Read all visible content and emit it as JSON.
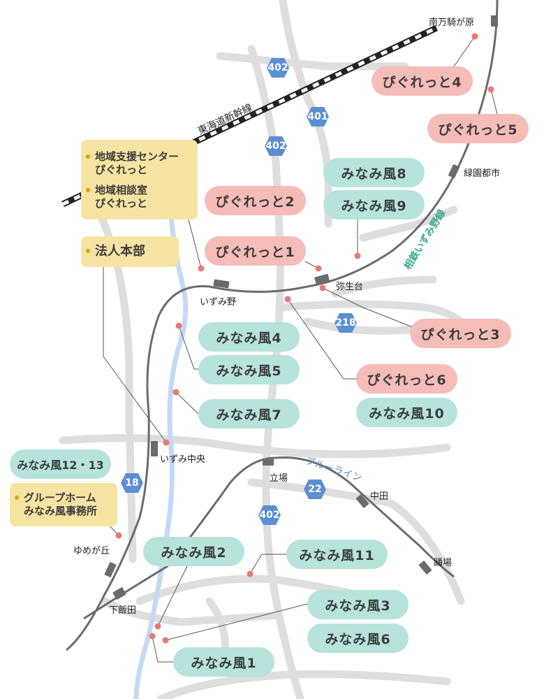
{
  "routes": {
    "r402a": "402",
    "r401": "401",
    "r402b": "402",
    "r218": "218",
    "r22": "22",
    "r18": "18",
    "r402c": "402"
  },
  "lines": {
    "shinkansen": "東海道新幹線",
    "sotetsu": "相鉄いずみ野線",
    "blueline": "ブルーライン"
  },
  "stations": {
    "minamimakigahara": "南万騎が原",
    "ryokuentoshi": "緑園都市",
    "yayoidai": "弥生台",
    "izumino": "いずみ野",
    "izumichuo": "いずみ中央",
    "tateba": "立場",
    "nakada": "中田",
    "odoriba": "踊場",
    "yumegaoka": "ゆめが丘",
    "shimoiida": "下飯田"
  },
  "facilities": {
    "pigurette4": "ぴぐれっと4",
    "pigurette5": "ぴぐれっと5",
    "minamikaze8": "みなみ風8",
    "minamikaze9": "みなみ風9",
    "pigurette2": "ぴぐれっと2",
    "pigurette1": "ぴぐれっと1",
    "pigurette3": "ぴぐれっと3",
    "minamikaze4": "みなみ風4",
    "minamikaze5": "みなみ風5",
    "pigurette6": "ぴぐれっと6",
    "minamikaze10": "みなみ風10",
    "minamikaze7": "みなみ風7",
    "minamikaze12_13": "みなみ風12・13",
    "minamikaze2": "みなみ風2",
    "minamikaze11": "みなみ風11",
    "minamikaze3": "みなみ風3",
    "minamikaze6": "みなみ風6",
    "minamikaze1": "みなみ風1"
  },
  "offices": {
    "center_line1": "地域支援センター",
    "center_line2": "ぴぐれっと",
    "consult_line1": "地域相談室",
    "consult_line2": "ぴぐれっと",
    "hq": "法人本部",
    "gh_line1": "グループホーム",
    "gh_line2": "みなみ風事務所"
  },
  "colors": {
    "road": "#dedede",
    "river": "#c4d8f7",
    "rail": "#6b6b6b",
    "route_badge": "#5b8fd3",
    "facility_teal": "#b6e3dc",
    "facility_pink": "#f5bcb8",
    "office_yellow": "#f6e4a2",
    "marker_dot": "#e87a72",
    "sotetsu_label": "#3aa890",
    "blueline_label": "#5b8fd3"
  }
}
